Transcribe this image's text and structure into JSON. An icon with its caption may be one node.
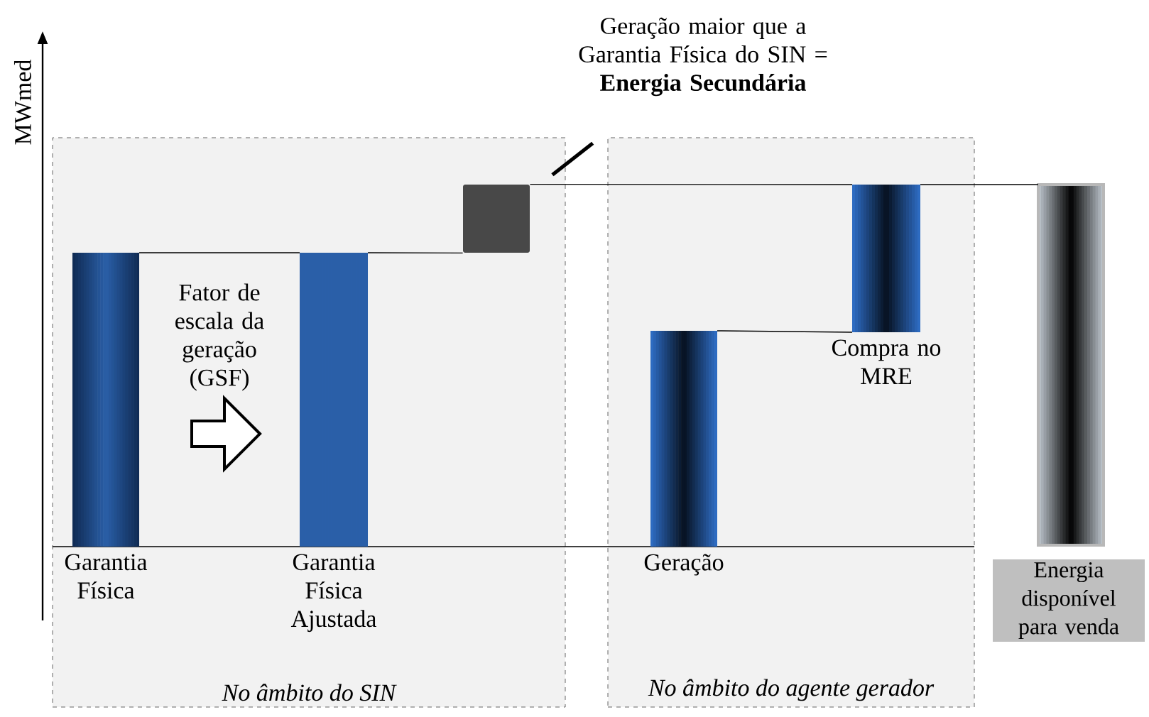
{
  "diagram": {
    "nodes": [
      {
        "text": [
          "No âmbito do SIN"
        ]
      },
      {
        "text": [
          "No âmbito do agente gerador"
        ]
      },
      {
        "text": [],
        "shape": "bar",
        "in": 0,
        "beside": [
          "Garantia Física"
        ]
      },
      {
        "text": [],
        "shape": "bar",
        "in": 0,
        "beside": [
          "Garantia Física Ajustada"
        ]
      },
      {
        "text": [],
        "shape": "box",
        "in": 0
      },
      {
        "text": [],
        "shape": "bar",
        "in": 1,
        "beside": [
          "Geração"
        ]
      },
      {
        "text": [],
        "shape": "bar",
        "in": 1,
        "beside": [
          "Compra no MRE"
        ]
      },
      {
        "text": [],
        "shape": "bar"
      },
      {
        "text": [
          "Energia disponível para venda"
        ]
      },
      {
        "text": [
          "Geração maior que a Garantia Física do SIN = **Energia Secundária**"
        ]
      }
    ],
    "edges": [
      {
        "from": 2,
        "to": 3,
        "arrow": "none"
      },
      {
        "from": 3,
        "to": 4,
        "arrow": "none"
      },
      {
        "from": 4,
        "to": 6,
        "arrow": "none"
      },
      {
        "from": 6,
        "to": 7,
        "arrow": "none"
      },
      {
        "from": 5,
        "to": 6,
        "arrow": "none"
      },
      {
        "from": 2,
        "to": 3,
        "arrow": "to",
        "label": "Fator de escala da geração (GSF)"
      },
      {
        "from": 9,
        "to": 4,
        "arrow": "none",
        "style": "thick"
      }
    ],
    "labels": [
      "MWmed"
    ]
  }
}
